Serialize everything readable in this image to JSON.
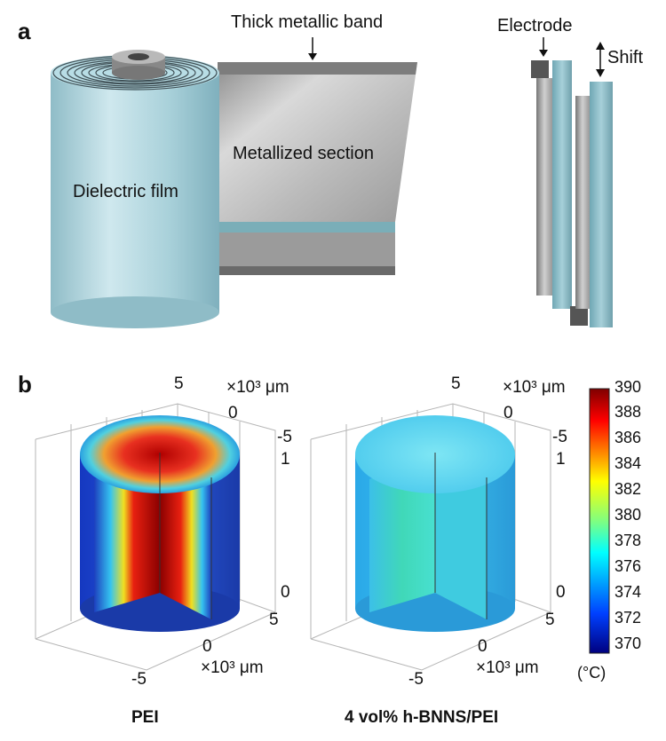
{
  "panel_a": {
    "letter": "a",
    "labels": {
      "band": "Thick metallic band",
      "metallized": "Metallized section",
      "dielectric": "Dielectric film",
      "electrode": "Electrode",
      "shift": "Shift"
    }
  },
  "panel_b": {
    "letter": "b",
    "colormap": "jet",
    "colorbar": {
      "min": 370,
      "max": 390,
      "ticks": [
        "390",
        "388",
        "386",
        "384",
        "382",
        "380",
        "378",
        "376",
        "374",
        "372",
        "370"
      ],
      "unit": "(°C)"
    },
    "plots": [
      {
        "caption": "PEI",
        "axis_ticks": {
          "y_top": "5",
          "y_mid": "0",
          "y_neg": "-5",
          "z_top": "1",
          "z_bot": "0",
          "x_pos": "5",
          "x_mid": "0",
          "x_neg": "-5"
        },
        "unit_top": "×10³ μm",
        "unit_bottom": "×10³ μm",
        "temperature_field": "hot core ~390 °C, cool edges ~372 °C"
      },
      {
        "caption": "4 vol% h-BNNS/PEI",
        "axis_ticks": {
          "y_top": "5",
          "y_mid": "0",
          "y_neg": "-5",
          "z_top": "1",
          "z_bot": "0",
          "x_pos": "5",
          "x_mid": "0",
          "x_neg": "-5"
        },
        "unit_top": "×10³ μm",
        "unit_bottom": "×10³ μm",
        "temperature_field": "nearly uniform ~376–378 °C"
      }
    ]
  }
}
